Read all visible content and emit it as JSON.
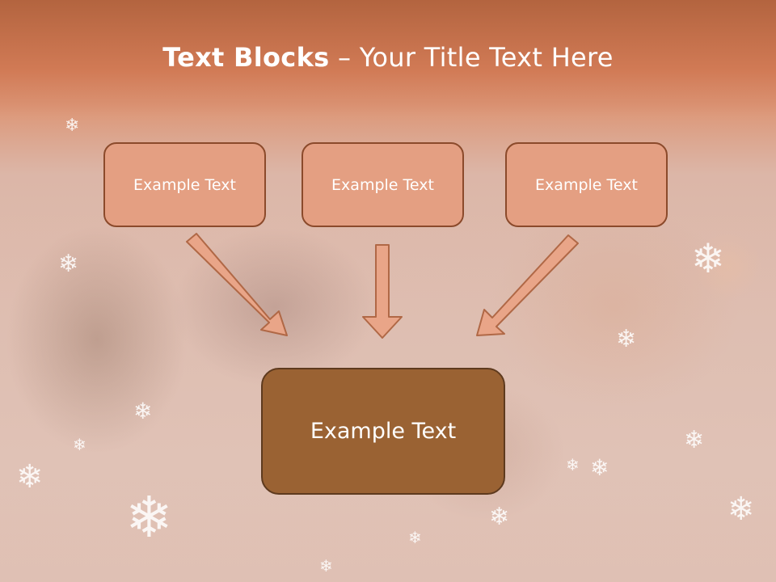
{
  "slide": {
    "title_bold": "Text Blocks",
    "title_sep": " – ",
    "title_rest": "Your Title Text Here"
  },
  "blocks": {
    "top": [
      "Example Text",
      "Example Text",
      "Example Text"
    ],
    "bottom": "Example Text"
  },
  "colors": {
    "header_band": "#c86f47",
    "top_box_fill": "#e49f82",
    "top_box_border": "#8b4a2b",
    "bottom_box_fill": "#9a6233",
    "bottom_box_border": "#5e3a1e",
    "arrow_fill": "#e9a588",
    "arrow_border": "#b06846"
  },
  "background": {
    "icons": [
      "snowflake-icon"
    ]
  }
}
